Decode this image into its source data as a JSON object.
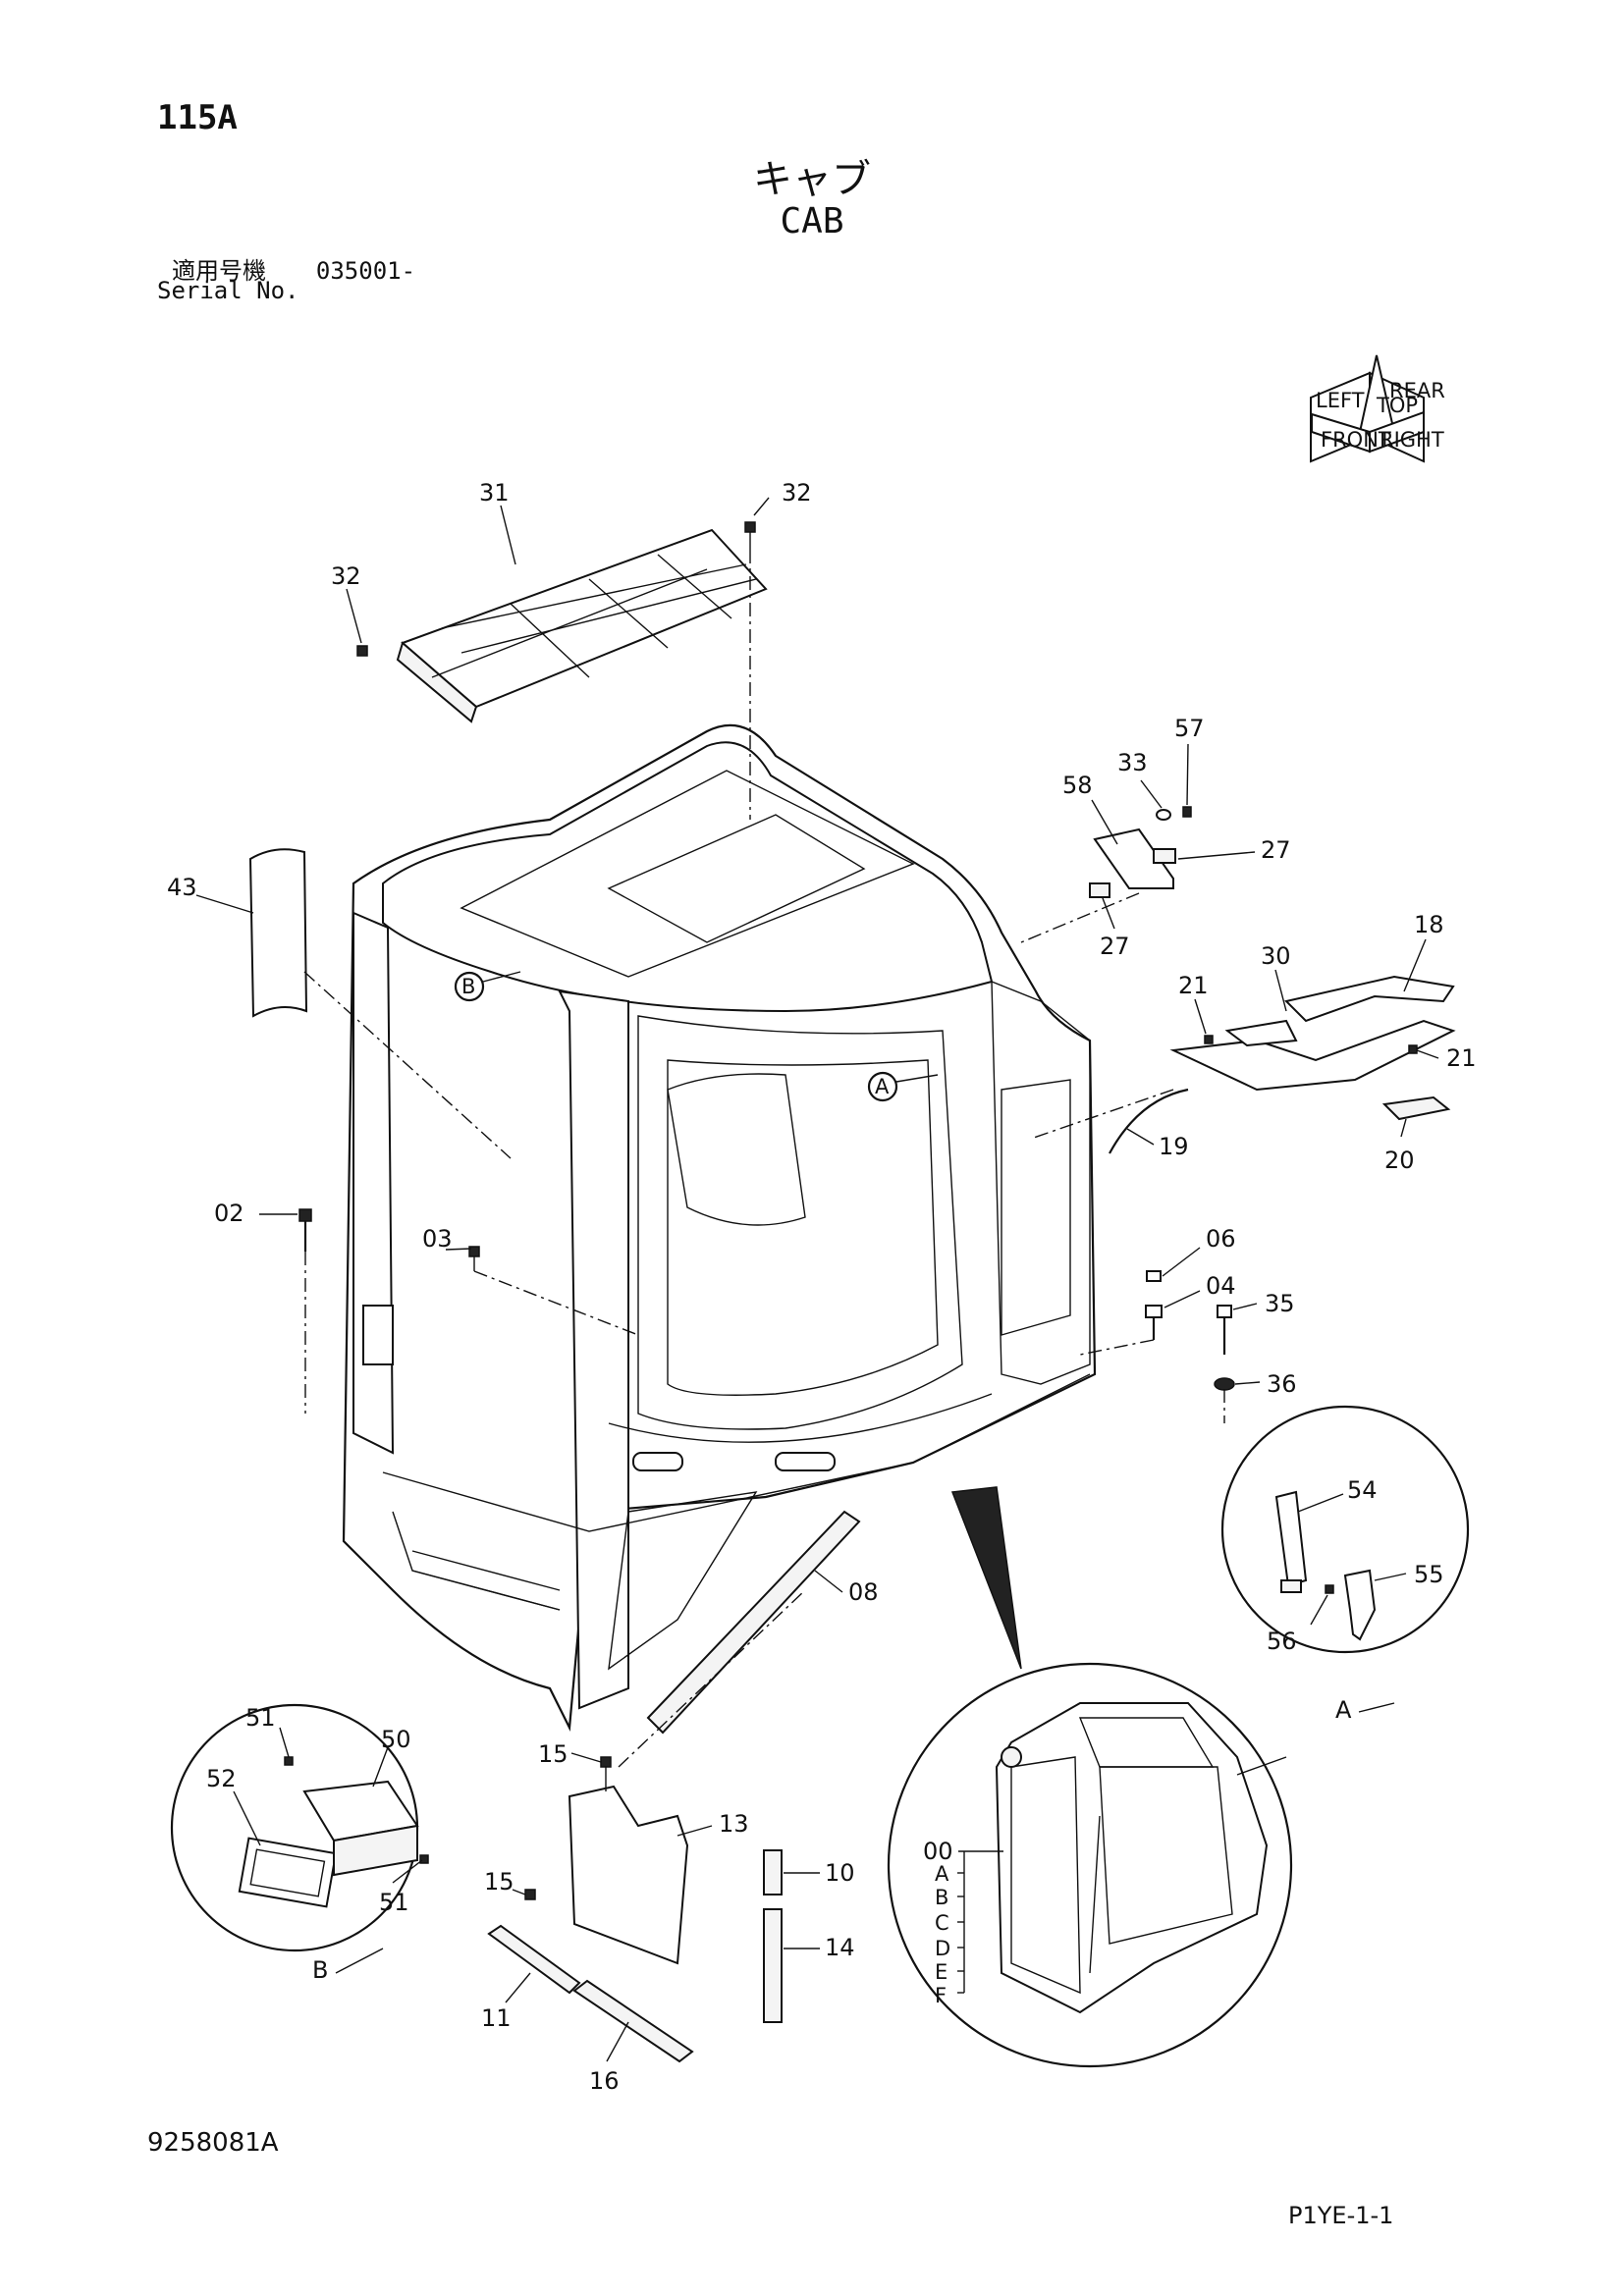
{
  "header": {
    "page_code": "115A",
    "title_jp": "キャブ",
    "title_en": "CAB",
    "serial_label_jp": "適用号機",
    "serial_value": "035001-",
    "serial_label_en": "Serial No."
  },
  "orientation": {
    "labels": [
      "FRONT",
      "TOP",
      "RIGHT",
      "LEFT",
      "REAR"
    ]
  },
  "callouts": {
    "p31": "31",
    "p32a": "32",
    "p32b": "32",
    "p43": "43",
    "p58": "58",
    "p33": "33",
    "p57": "57",
    "p27a": "27",
    "p27b": "27",
    "p18": "18",
    "p30": "30",
    "p21a": "21",
    "p21b": "21",
    "p19": "19",
    "p20": "20",
    "p03": "03",
    "p02": "02",
    "p06": "06",
    "p04": "04",
    "p35": "35",
    "p36": "36",
    "p54": "54",
    "p55": "55",
    "p56": "56",
    "p08": "08",
    "p51a": "51",
    "p50": "50",
    "p52": "52",
    "p51b": "51",
    "p15a": "15",
    "p13": "13",
    "p15b": "15",
    "p10": "10",
    "p14": "14",
    "p11": "11",
    "p16": "16",
    "p00": "00"
  },
  "detail_refs": {
    "ref_b_marker": "B",
    "ref_a_marker": "A",
    "detail_a_label": "A",
    "detail_b_label": "B"
  },
  "variant_letters": [
    "A",
    "B",
    "C",
    "D",
    "E",
    "F"
  ],
  "footer": {
    "drawing_no": "9258081A",
    "sheet_no": "P1YE-1-1"
  }
}
